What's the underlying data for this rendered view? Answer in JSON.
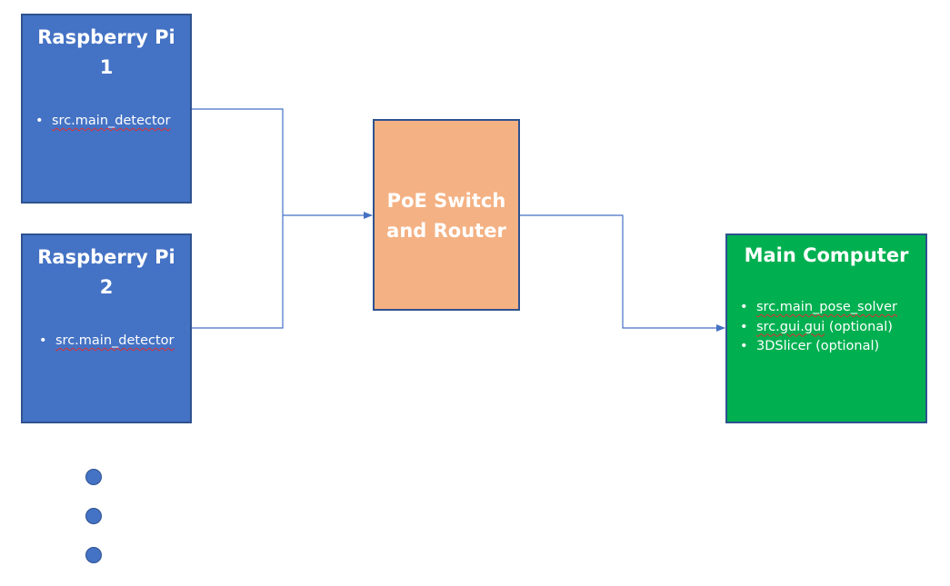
{
  "nodes": {
    "pi1": {
      "title_line1": "Raspberry Pi",
      "title_line2": "1",
      "items": [
        "src.main_detector"
      ],
      "color": "#4472c4"
    },
    "pi2": {
      "title_line1": "Raspberry Pi",
      "title_line2": "2",
      "items": [
        "src.main_detector"
      ],
      "color": "#4472c4"
    },
    "switch": {
      "title_line1": "PoE Switch",
      "title_line2": "and Router",
      "color": "#f4b183"
    },
    "main": {
      "title": "Main Computer",
      "items": [
        {
          "pre": "",
          "squiggle": "src.main_pose_solver",
          "post": ""
        },
        {
          "pre": "",
          "squiggle": "src.gui.gui",
          "post": " (optional)"
        },
        {
          "pre": "3DSlicer (optional)",
          "squiggle": "",
          "post": ""
        }
      ],
      "color": "#00b050"
    }
  },
  "edges": [
    {
      "from": "pi1",
      "to": "switch"
    },
    {
      "from": "pi2",
      "to": "switch"
    },
    {
      "from": "switch",
      "to": "main"
    }
  ],
  "more_nodes_indicator": {
    "icon": "ellipsis-dots",
    "count": 3,
    "color": "#4472c4"
  },
  "colors": {
    "connector": "#4472c4",
    "border": "#2f528f",
    "text": "#ffffff"
  }
}
